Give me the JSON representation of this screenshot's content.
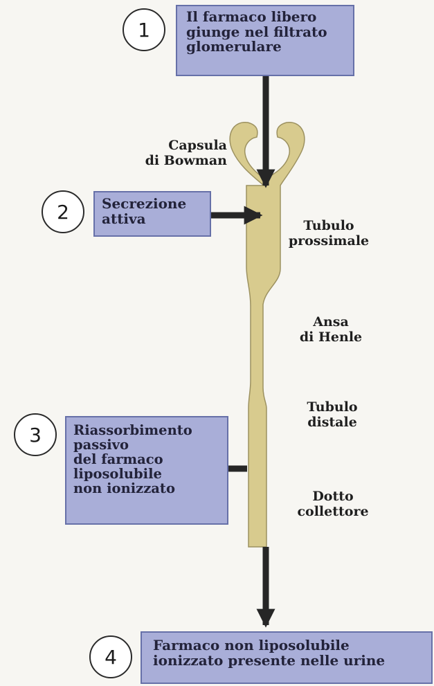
{
  "colors": {
    "box_fill": "#a9aed8",
    "box_border": "#6670a8",
    "tubule_fill": "#d8cb8e",
    "tubule_stroke": "#9c9160",
    "arrow": "#262626"
  },
  "steps": [
    {
      "number": "1",
      "lines": [
        "Il farmaco libero",
        "giunge nel filtrato",
        "glomerulare"
      ]
    },
    {
      "number": "2",
      "lines": [
        "Secrezione",
        "attiva"
      ]
    },
    {
      "number": "3",
      "lines": [
        "Riassorbimento",
        "passivo",
        "del farmaco",
        "liposolubile",
        "non ionizzato"
      ]
    },
    {
      "number": "4",
      "lines": [
        "Farmaco non liposolubile",
        "ionizzato presente nelle urine"
      ]
    }
  ],
  "labels": {
    "capsule": [
      "Capsula",
      "di Bowman"
    ],
    "proximal": [
      "Tubulo",
      "prossimale"
    ],
    "henle": [
      "Ansa",
      "di Henle"
    ],
    "distal": [
      "Tubulo",
      "distale"
    ],
    "collecting": [
      "Dotto",
      "collettore"
    ]
  }
}
